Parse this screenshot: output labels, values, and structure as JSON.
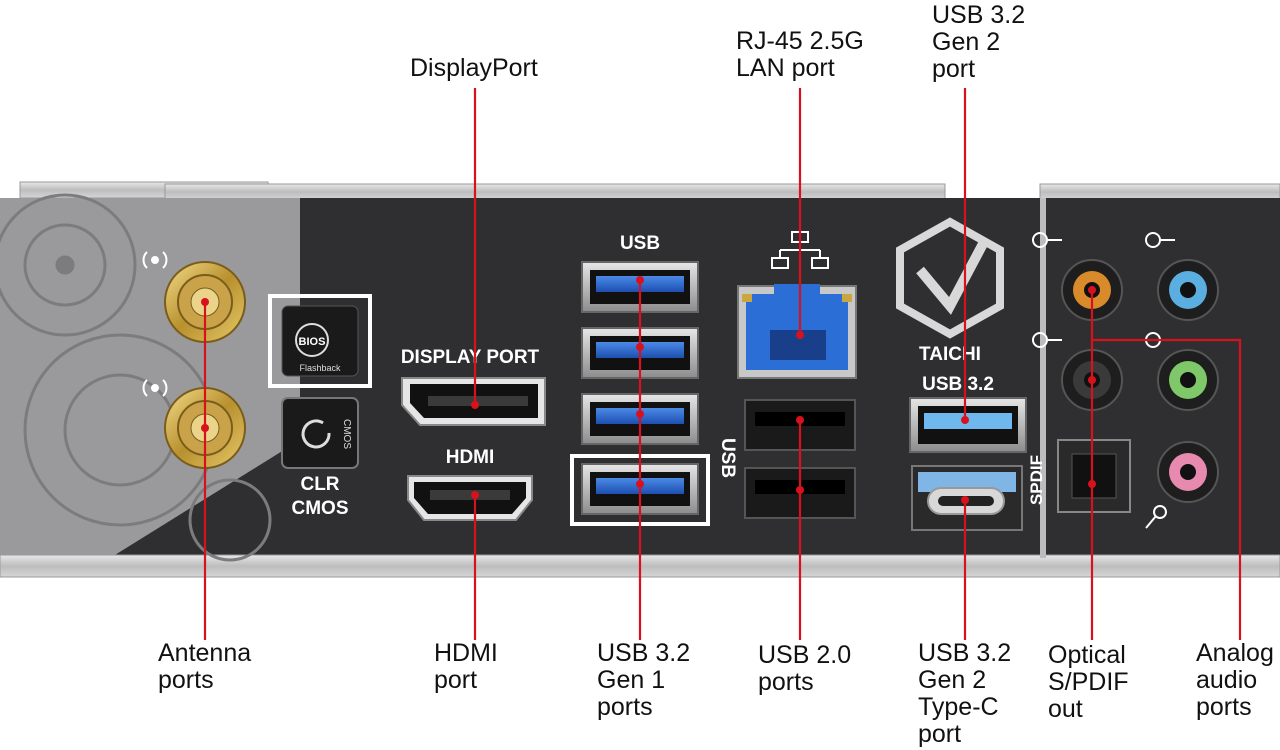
{
  "callouts": {
    "displayport": "DisplayPort",
    "rj45": "RJ-45 2.5G\nLAN port",
    "usb_gen2_top": "USB 3.2\nGen 2\nport",
    "antenna": "Antenna\nports",
    "hdmi": "HDMI\nport",
    "usb_gen1": "USB 3.2\nGen 1\nports",
    "usb20": "USB 2.0\nports",
    "usb_typec": "USB 3.2\nGen 2\nType-C\nport",
    "optical": "Optical\nS/PDIF\nout",
    "analog": "Analog\naudio\nports"
  },
  "panel": {
    "bios_label": "BIOS",
    "flashback_label": "Flashback",
    "cmos_label": "CMOS",
    "clr_cmos": "CLR\nCMOS",
    "display_port": "DISPLAY PORT",
    "hdmi": "HDMI",
    "usb": "USB",
    "usb_vertical": "USB",
    "usb32": "USB 3.2",
    "spdif": "SPDIF",
    "brand": "TAICHI"
  },
  "colors": {
    "leader": "#d8121c",
    "usb_blue": "#1f5fc4",
    "audio_orange": "#d98a2a",
    "audio_blue": "#5aaee0",
    "audio_green": "#7ec86a",
    "audio_pink": "#e889b0",
    "audio_black": "#2a2a2a"
  }
}
